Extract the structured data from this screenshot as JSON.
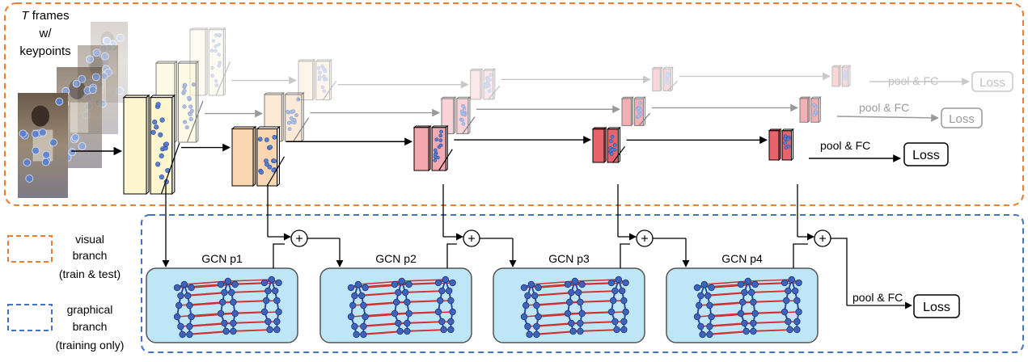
{
  "input": {
    "label_italic": "T",
    "label_line1": " frames",
    "label_line2": "w/",
    "label_line3": "keypoints"
  },
  "visual_stream": {
    "outputs": [
      {
        "pool_label": "pool & FC",
        "loss_label": "Loss",
        "opacity": 0.25
      },
      {
        "pool_label": "pool & FC",
        "loss_label": "Loss",
        "opacity": 0.5
      },
      {
        "pool_label": "pool & FC",
        "loss_label": "Loss",
        "opacity": 1.0
      }
    ],
    "layer_colors": [
      "#fdf6cf",
      "#fad7b0",
      "#f4a8b0",
      "#e8646c",
      "#e8646c"
    ]
  },
  "graph_stream": {
    "gcn_labels": [
      "GCN p1",
      "GCN p2",
      "GCN p3",
      "GCN p4"
    ],
    "plus_symbol": "+",
    "output": {
      "pool_label": "pool & FC",
      "loss_label": "Loss"
    }
  },
  "legend": {
    "visual": {
      "line1": "visual",
      "line2": "branch",
      "line3": "(train & test)",
      "color": "#ed7d31"
    },
    "graphical": {
      "line1": "graphical",
      "line2": "branch",
      "line3": "(training only)",
      "color": "#4472c4"
    }
  },
  "colors": {
    "gcn_box_fill": "#bfe6f6",
    "graph_edge": "#d03030",
    "graph_node": "#3e63b8",
    "keypoint": "#5b7fcf"
  }
}
